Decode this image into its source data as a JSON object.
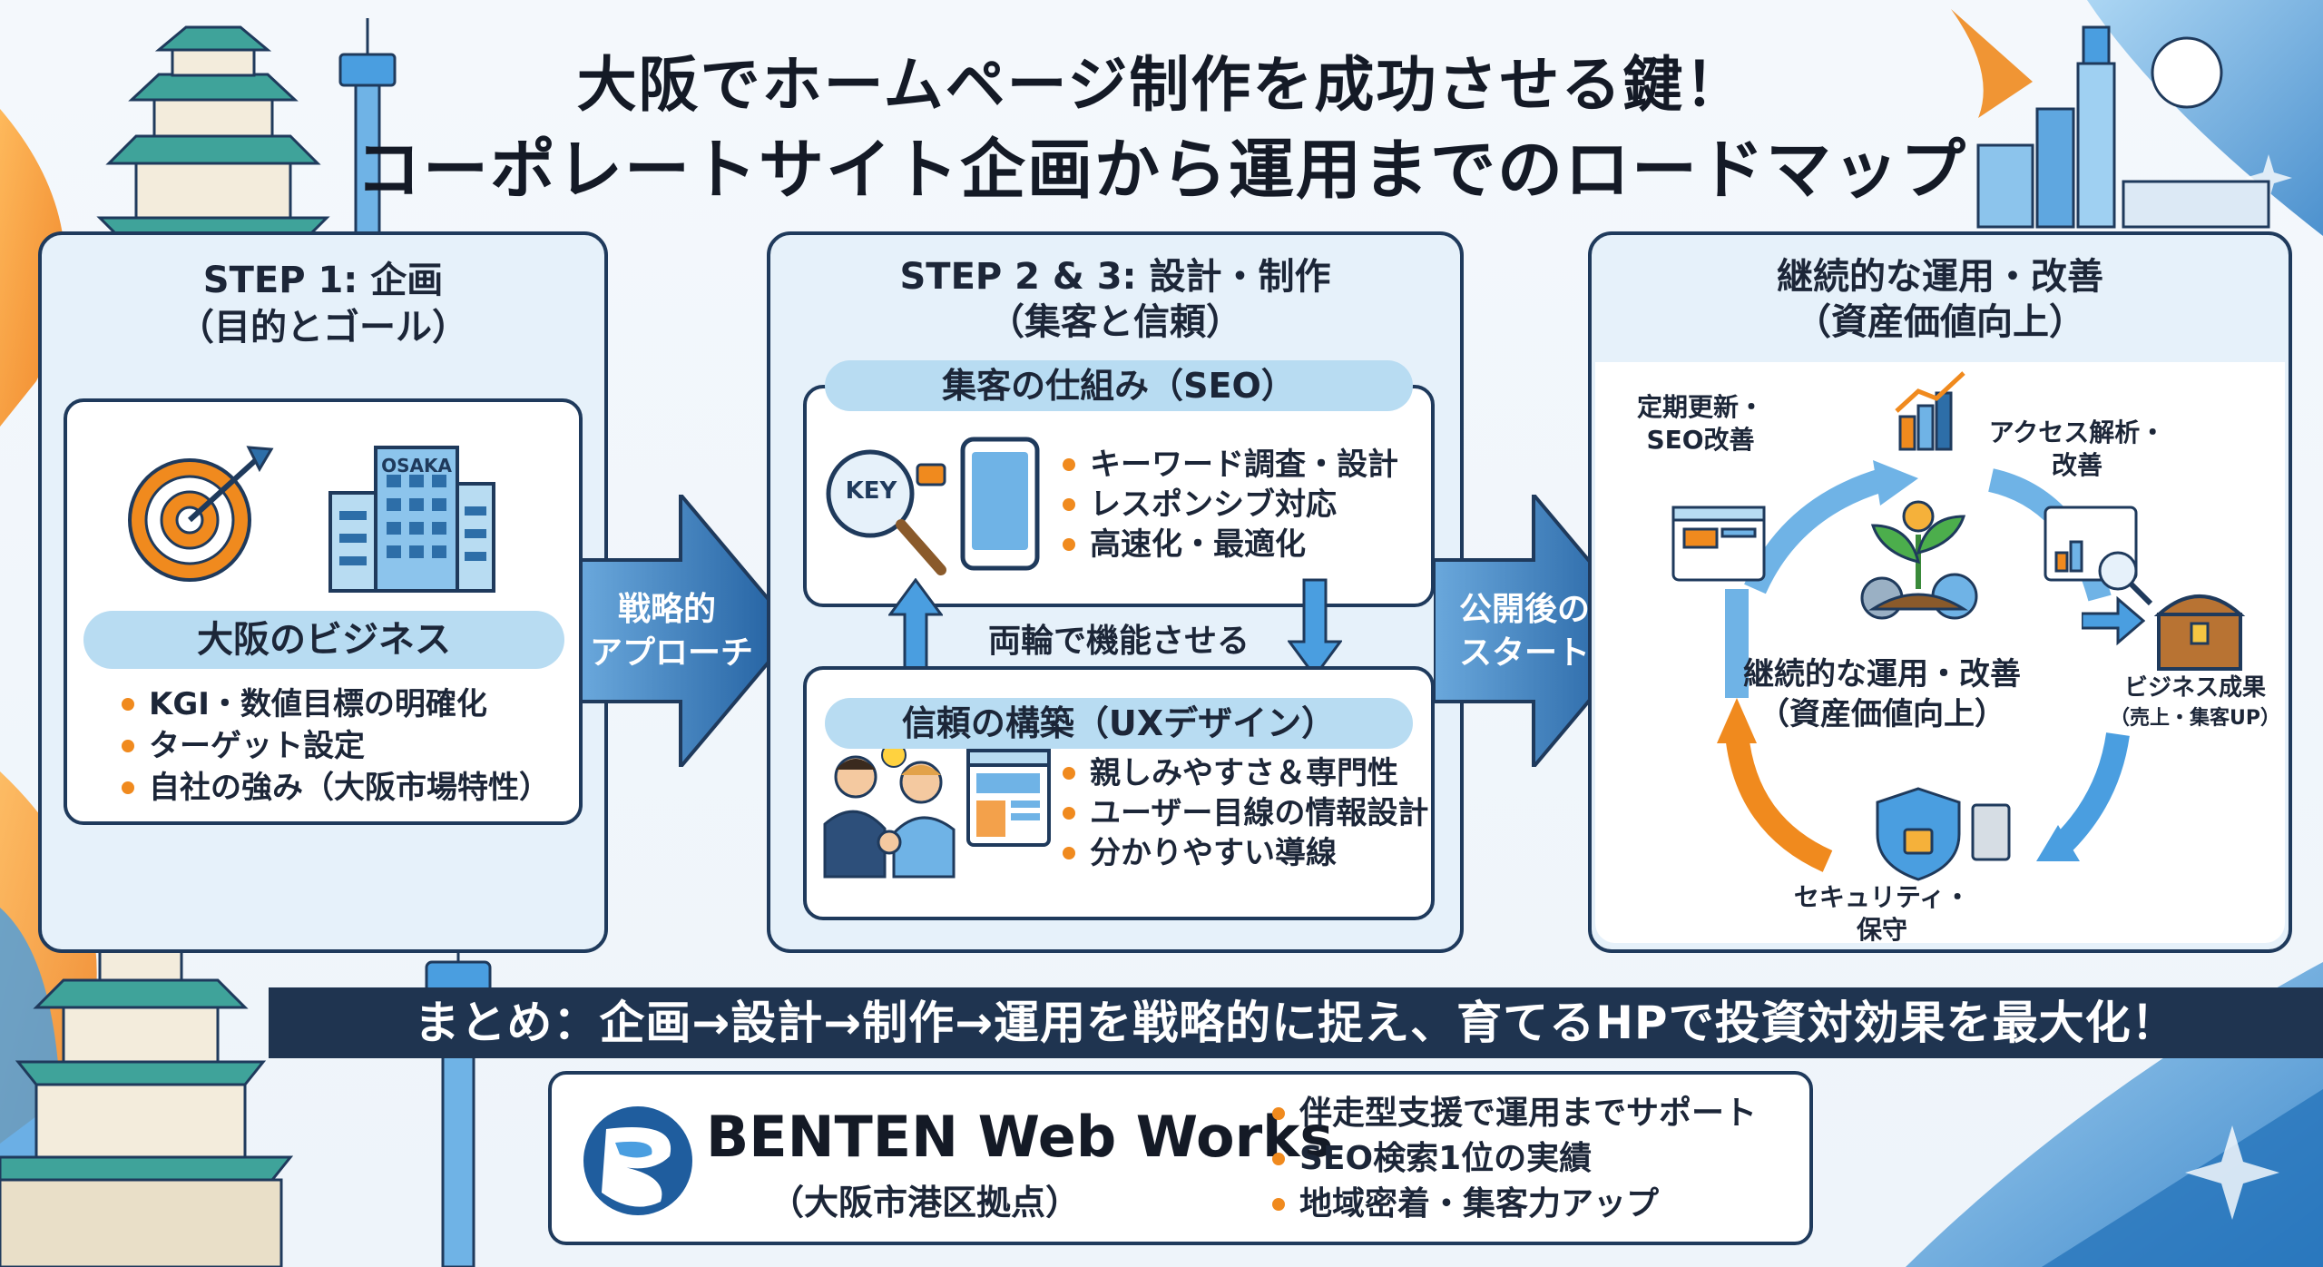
{
  "header": {
    "title_line1": "大阪でホームページ制作を成功させる鍵！",
    "title_line2": "コーポレートサイト企画から運用までのロードマップ"
  },
  "step1": {
    "heading_line1": "STEP 1: 企画",
    "heading_line2": "（目的とゴール）",
    "building_sign": "OSAKA",
    "pill": "大阪のビジネス",
    "bullets": [
      "KGI・数値目標の明確化",
      "ターゲット設定",
      "自社の強み（大阪市場特性）"
    ]
  },
  "arrow1": {
    "line1": "戦略的",
    "line2": "アプローチ"
  },
  "step23": {
    "heading_line1": "STEP 2 & 3: 設計・制作",
    "heading_line2": "（集客と信頼）",
    "seo_pill": "集客の仕組み（SEO）",
    "key_label": "KEY",
    "seo_bullets": [
      "キーワード調査・設計",
      "レスポンシブ対応",
      "高速化・最適化"
    ],
    "middle_label": "両輪で機能させる",
    "ux_pill": "信頼の構築（UXデザイン）",
    "ux_bullets": [
      "親しみやすさ＆専門性",
      "ユーザー目線の情報設計",
      "分かりやすい導線"
    ]
  },
  "arrow2": {
    "line1": "公開後の",
    "line2": "スタート"
  },
  "step4": {
    "heading_line1": "継続的な運用・改善",
    "heading_line2": "（資産価値向上）",
    "cycle_top_left_1": "定期更新・",
    "cycle_top_left_2": "SEO改善",
    "cycle_top_right_1": "アクセス解析・",
    "cycle_top_right_2": "改善",
    "center_1": "継続的な運用・改善",
    "center_2": "（資産価値向上）",
    "bottom_1": "セキュリティ・",
    "bottom_2": "保守",
    "result_1": "ビジネス成果",
    "result_2": "（売上・集客UP）"
  },
  "summary": "まとめ：企画→設計→制作→運用を戦略的に捉え、育てるHPで投資対効果を最大化！",
  "company": {
    "name": "BENTEN Web Works",
    "location": "（大阪市港区拠点）",
    "features": [
      "伴走型支援で運用までサポート",
      "SEO検索1位の実績",
      "地域密着・集客力アップ"
    ]
  },
  "colors": {
    "navy": "#1f3a5c",
    "panel_bg": "#e6f1fa",
    "pill_bg": "#b8dcf2",
    "arrow_blue": "#2d6ea8",
    "accent_orange": "#f08a1e",
    "summary_bg": "#1f3450"
  }
}
